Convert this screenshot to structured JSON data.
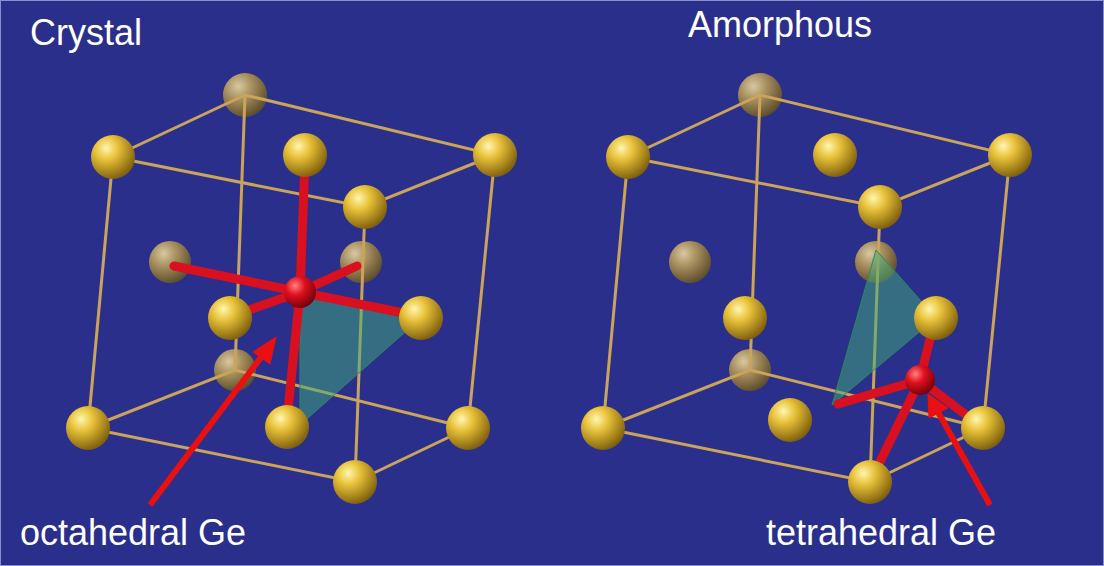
{
  "diagram": {
    "labels": [
      "Crystal",
      "Amorphous",
      "octahedral Ge",
      "tetrahedral Ge"
    ]
  }
}
